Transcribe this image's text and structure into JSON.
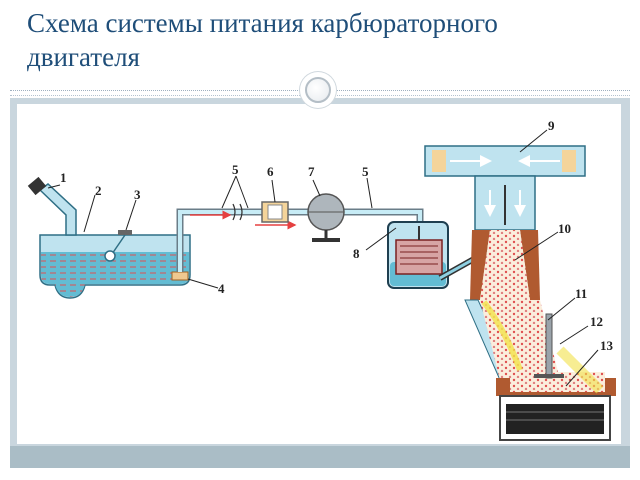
{
  "title": "Схема системы питания карбюраторного двигателя",
  "labels": {
    "l1": "1",
    "l2": "2",
    "l3": "3",
    "l4": "4",
    "l5a": "5",
    "l5b": "5",
    "l6": "6",
    "l7": "7",
    "l8": "8",
    "l9": "9",
    "l10": "10",
    "l11": "11",
    "l12": "12",
    "l13": "13"
  },
  "colors": {
    "title": "#1f4e79",
    "fuel": "#6fc3d8",
    "tube": "#bfe3ef",
    "metal": "#9aa3aa",
    "copper": "#b05a30",
    "mixture": "#f2e24a",
    "arrow": "#e54040"
  }
}
